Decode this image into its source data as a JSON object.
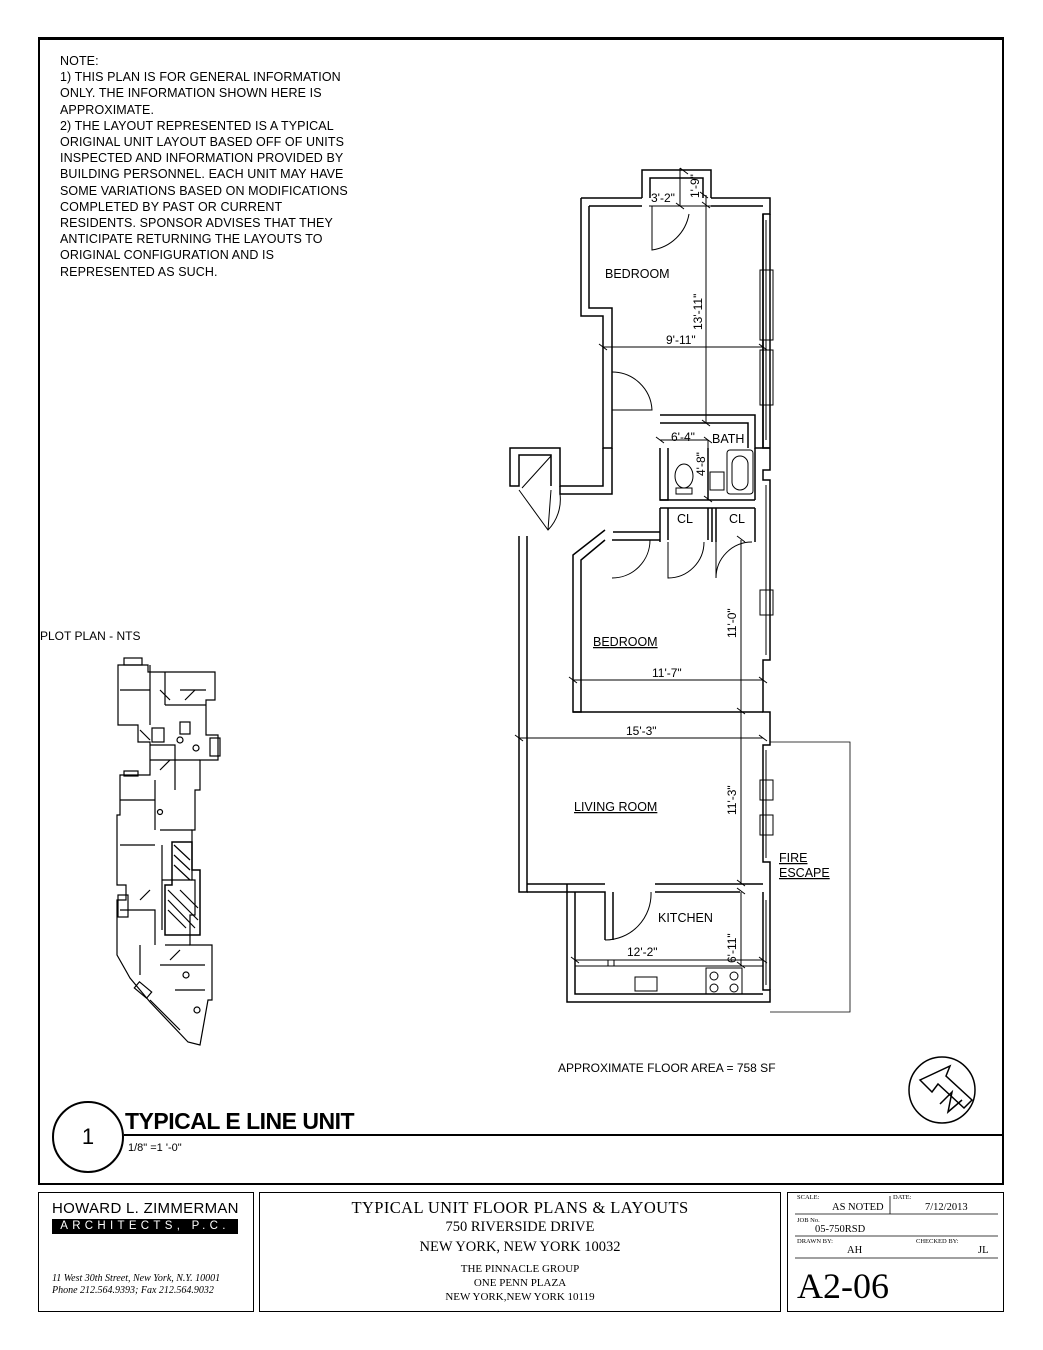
{
  "notes": {
    "lines": [
      "NOTE:",
      "1) THIS PLAN IS FOR GENERAL INFORMATION",
      "ONLY. THE INFORMATION SHOWN HERE IS",
      "APPROXIMATE.",
      "2) THE LAYOUT REPRESENTED IS A TYPICAL",
      "ORIGINAL UNIT LAYOUT BASED OFF OF UNITS",
      "INSPECTED AND INFORMATION PROVIDED BY",
      "BUILDING PERSONNEL.  EACH UNIT MAY HAVE",
      "SOME VARIATIONS BASED ON MODIFICATIONS",
      "COMPLETED BY PAST OR CURRENT",
      "RESIDENTS.  SPONSOR ADVISES THAT THEY",
      "ANTICIPATE RETURNING THE LAYOUTS TO",
      "ORIGINAL CONFIGURATION AND IS",
      "REPRESENTED AS SUCH."
    ]
  },
  "plot_plan": {
    "label": "PLOT PLAN - NTS"
  },
  "rooms": {
    "bedroom_1": "BEDROOM",
    "bath": "BATH",
    "closet_1": "CL",
    "closet_2": "CL",
    "bedroom_2": "BEDROOM",
    "living_room": "LIVING ROOM",
    "kitchen": "KITCHEN",
    "fire_escape_1": "FIRE",
    "fire_escape_2": "ESCAPE"
  },
  "dimensions": {
    "d1": "3'-2\"",
    "d2": "1'-9\"",
    "d3": "13'-11\"",
    "d4": "9'-11\"",
    "d5": "6'-4\"",
    "d6": "4'-8\"",
    "d7": "11'-0\"",
    "d8": "11'-7\"",
    "d9": "15'-3\"",
    "d10": "11'-3\"",
    "d11": "6'-11\"",
    "d12": "12'-2\""
  },
  "floor_area": "APPROXIMATE FLOOR AREA = 758 SF",
  "drawing_title": {
    "number": "1",
    "title": "TYPICAL E LINE UNIT",
    "scale": "1/8\" =1 '-0\""
  },
  "title_block": {
    "firm_name": "HOWARD L. ZIMMERMAN",
    "firm_sub": "ARCHITECTS, P.C.",
    "firm_addr1": "11 West 30th Street, New York, N.Y. 10001",
    "firm_addr2": "Phone 212.564.9393;  Fax 212.564.9032",
    "project_title": "TYPICAL UNIT FLOOR PLANS & LAYOUTS",
    "project_addr1": "750 RIVERSIDE DRIVE",
    "project_addr2": "NEW YORK, NEW YORK 10032",
    "owner1": "THE PINNACLE GROUP",
    "owner2": "ONE PENN PLAZA",
    "owner3": "NEW YORK,NEW YORK 10119",
    "scale_label": "SCALE:",
    "scale_value": "AS NOTED",
    "date_label": "DATE:",
    "date_value": "7/12/2013",
    "job_label": "JOB No.",
    "job_value": "05-750RSD",
    "drawn_label": "DRAWN BY:",
    "drawn_value": "AH",
    "checked_label": "CHECKED BY:",
    "checked_value": "JL",
    "sheet_number": "A2-06"
  }
}
